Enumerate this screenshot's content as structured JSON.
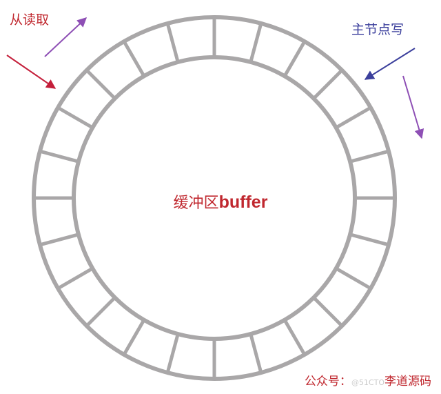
{
  "labels": {
    "slave_read": "从读取",
    "master_write": "主节点写",
    "buffer_cn": "缓冲区",
    "buffer_en": "buffer"
  },
  "watermark": {
    "prefix": "公众号：",
    "faint_mark": "@51CTO",
    "name": "李道源码"
  },
  "ring": {
    "segments": 24
  },
  "colors": {
    "ring": "#a9a7a8",
    "text_red": "#c0282f",
    "arrow_red": "#c41e3a",
    "arrow_purple": "#8e4fb5",
    "arrow_blue": "#3b3f9c"
  }
}
